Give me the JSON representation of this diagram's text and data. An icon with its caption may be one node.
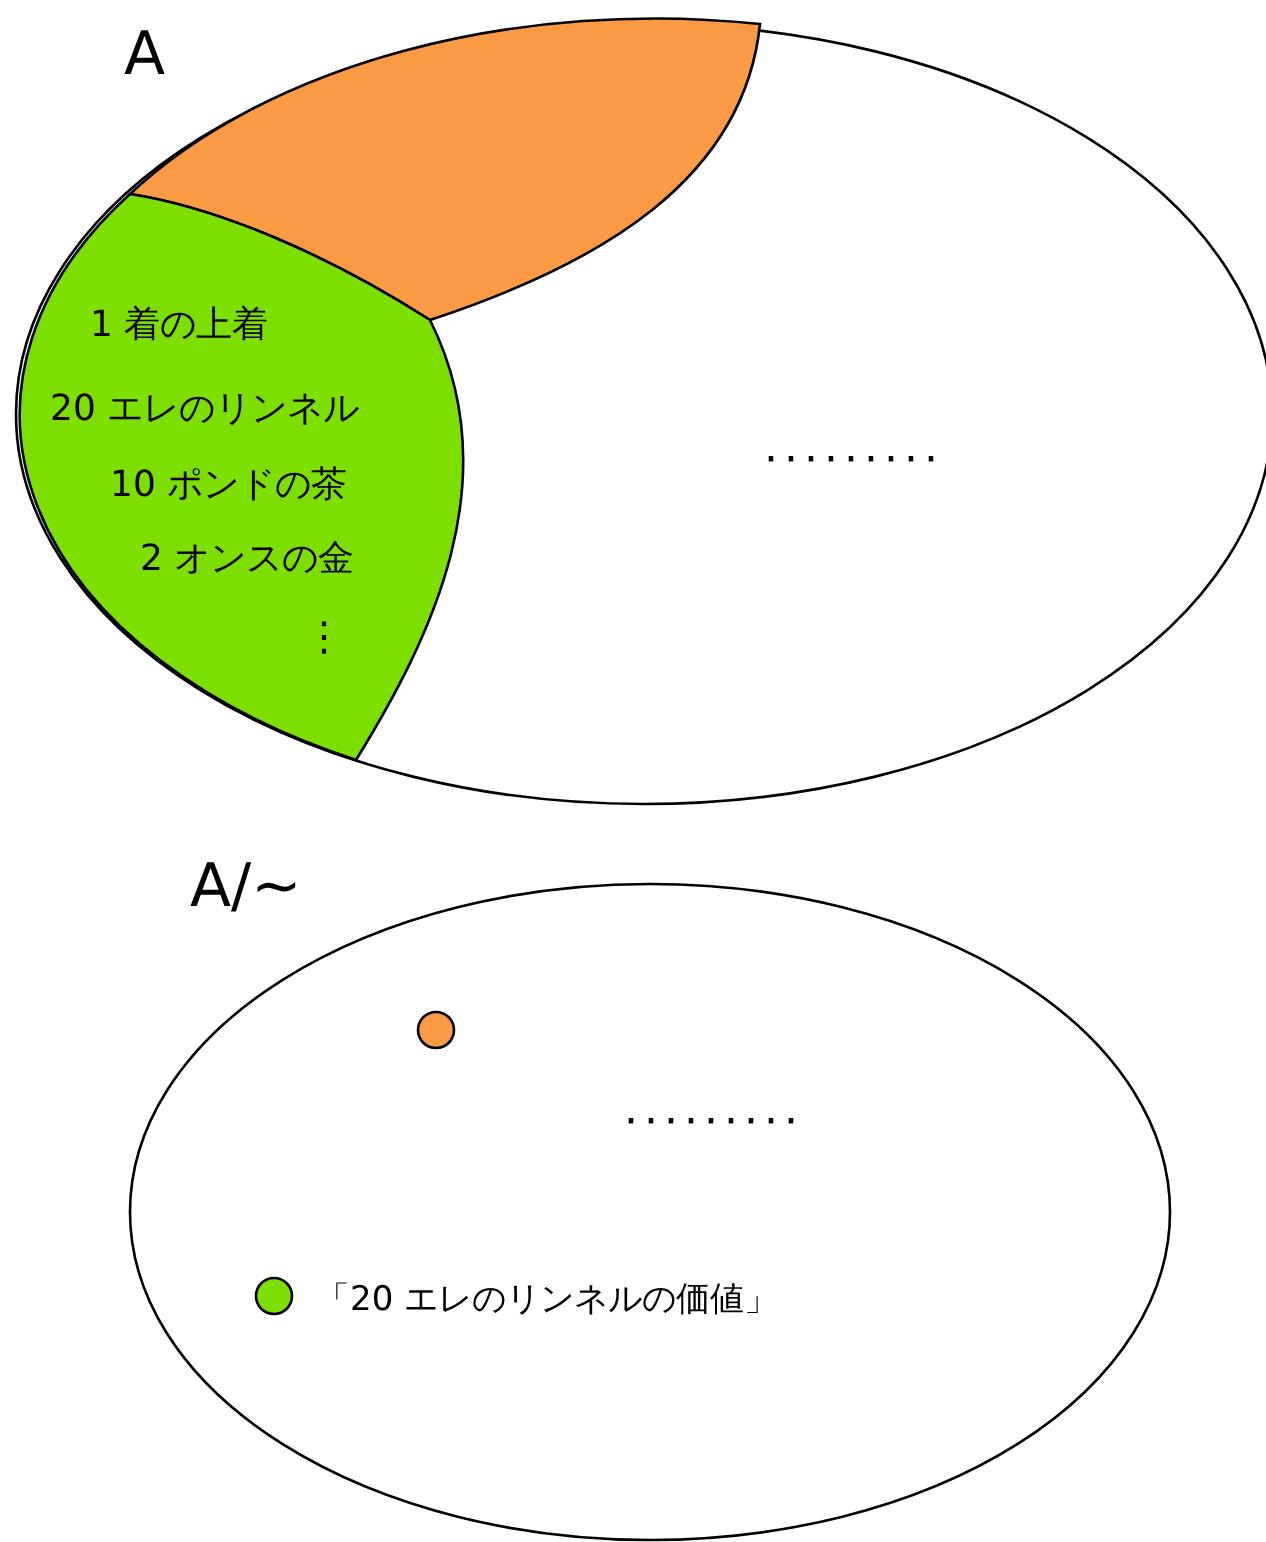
{
  "diagram": {
    "nodes": [
      {
        "text": [
          "A"
        ]
      },
      {
        "text": [],
        "shape": "region",
        "in": 0
      },
      {
        "text": [
          "1 着の上着",
          "20 エレのリンネル",
          "10 ポンドの茶",
          "2 オンスの金",
          "⋮"
        ],
        "in": 0
      },
      {
        "text": [
          "A/∼"
        ]
      },
      {
        "text": [],
        "shape": "circle",
        "in": 3
      },
      {
        "text": [],
        "shape": "circle",
        "in": 3,
        "beside": [
          "「20 エレのリンネルの価値」"
        ]
      }
    ],
    "edges": [],
    "labels": [
      "·········",
      "·········"
    ]
  }
}
